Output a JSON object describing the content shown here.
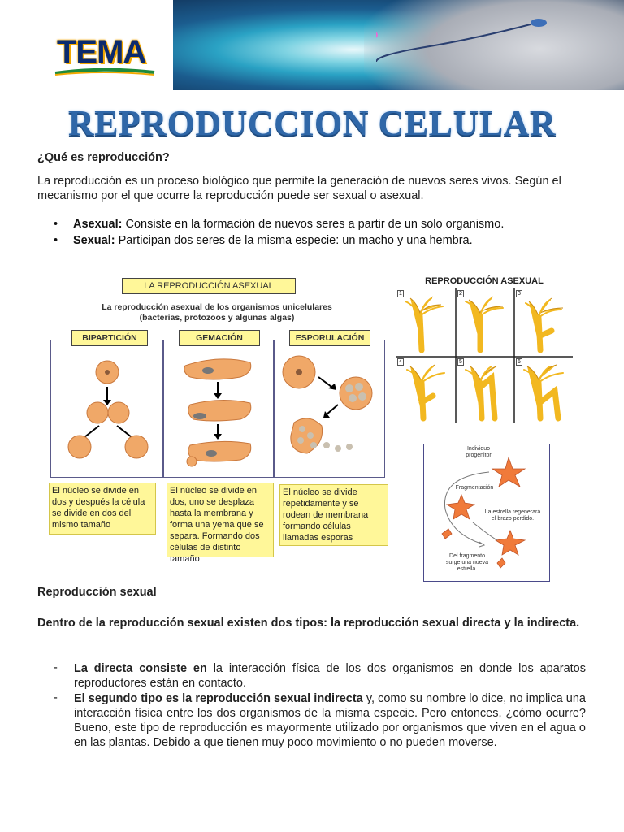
{
  "header": {
    "logo_text": "TEMA"
  },
  "title": "REPRODUCCION CELULAR",
  "question": "¿Qué es reproducción?",
  "intro": "La reproducción es un proceso biológico que permite la generación de nuevos seres vivos. Según el mecanismo por el que ocurre la reproducción puede ser sexual o asexual.",
  "bullets": [
    {
      "term": "Asexual:",
      "text": " Consiste en la formación de nuevos seres a partir de un solo organismo."
    },
    {
      "term": "Sexual:",
      "text": " Participan dos seres de la misma especie: un macho y una hembra."
    }
  ],
  "diagram": {
    "header": "LA REPRODUCCIÓN ASEXUAL",
    "subtitle_line1": "La reproducción asexual de los organismos unicelulares",
    "subtitle_line2": "(bacterias, protozoos y algunas algas)",
    "columns": [
      {
        "label": "BIPARTICIÓN",
        "note": "El núcleo se divide en dos y después la célula se divide en dos del mismo tamaño"
      },
      {
        "label": "GEMACIÓN",
        "note": "El núcleo se divide en dos, uno se desplaza hasta la membrana y forma una yema que se separa. Formando dos células de distinto tamaño"
      },
      {
        "label": "ESPORULACIÓN",
        "note": "El núcleo se divide repetidamente y se rodean de membrana formando células llamadas esporas"
      }
    ]
  },
  "hydra": {
    "title": "REPRODUCCIÓN ASEXUAL",
    "panel_numbers": [
      "1",
      "2",
      "3",
      "4",
      "5",
      "6"
    ]
  },
  "starfish": {
    "label_top_1": "Individuo",
    "label_top_2": "progenitor",
    "label_frag": "Fragmentación",
    "label_right_1": "La estrella regenerará",
    "label_right_2": "el brazo perdido.",
    "label_bottom_1": "Del fragmento",
    "label_bottom_2": "surge una nueva",
    "label_bottom_3": "estrella."
  },
  "sexual": {
    "heading": "Reproducción sexual",
    "intro": "Dentro de la reproducción sexual existen dos tipos: la reproducción sexual directa y la indirecta.",
    "items": [
      {
        "bold": "La directa consiste en",
        "text": " la interacción física de los dos organismos en donde los aparatos reproductores están en contacto."
      },
      {
        "bold": "El segundo tipo es la reproducción sexual indirecta",
        "text": " y, como su nombre lo dice, no implica una interacción física entre los dos organismos de la misma especie. Pero entonces, ¿cómo ocurre? Bueno, este tipo de reproducción es mayormente utilizado por organismos que viven en el agua o en las plantas. Debido a que tienen muy poco movimiento o no pueden moverse."
      }
    ],
    "dash": "-"
  }
}
